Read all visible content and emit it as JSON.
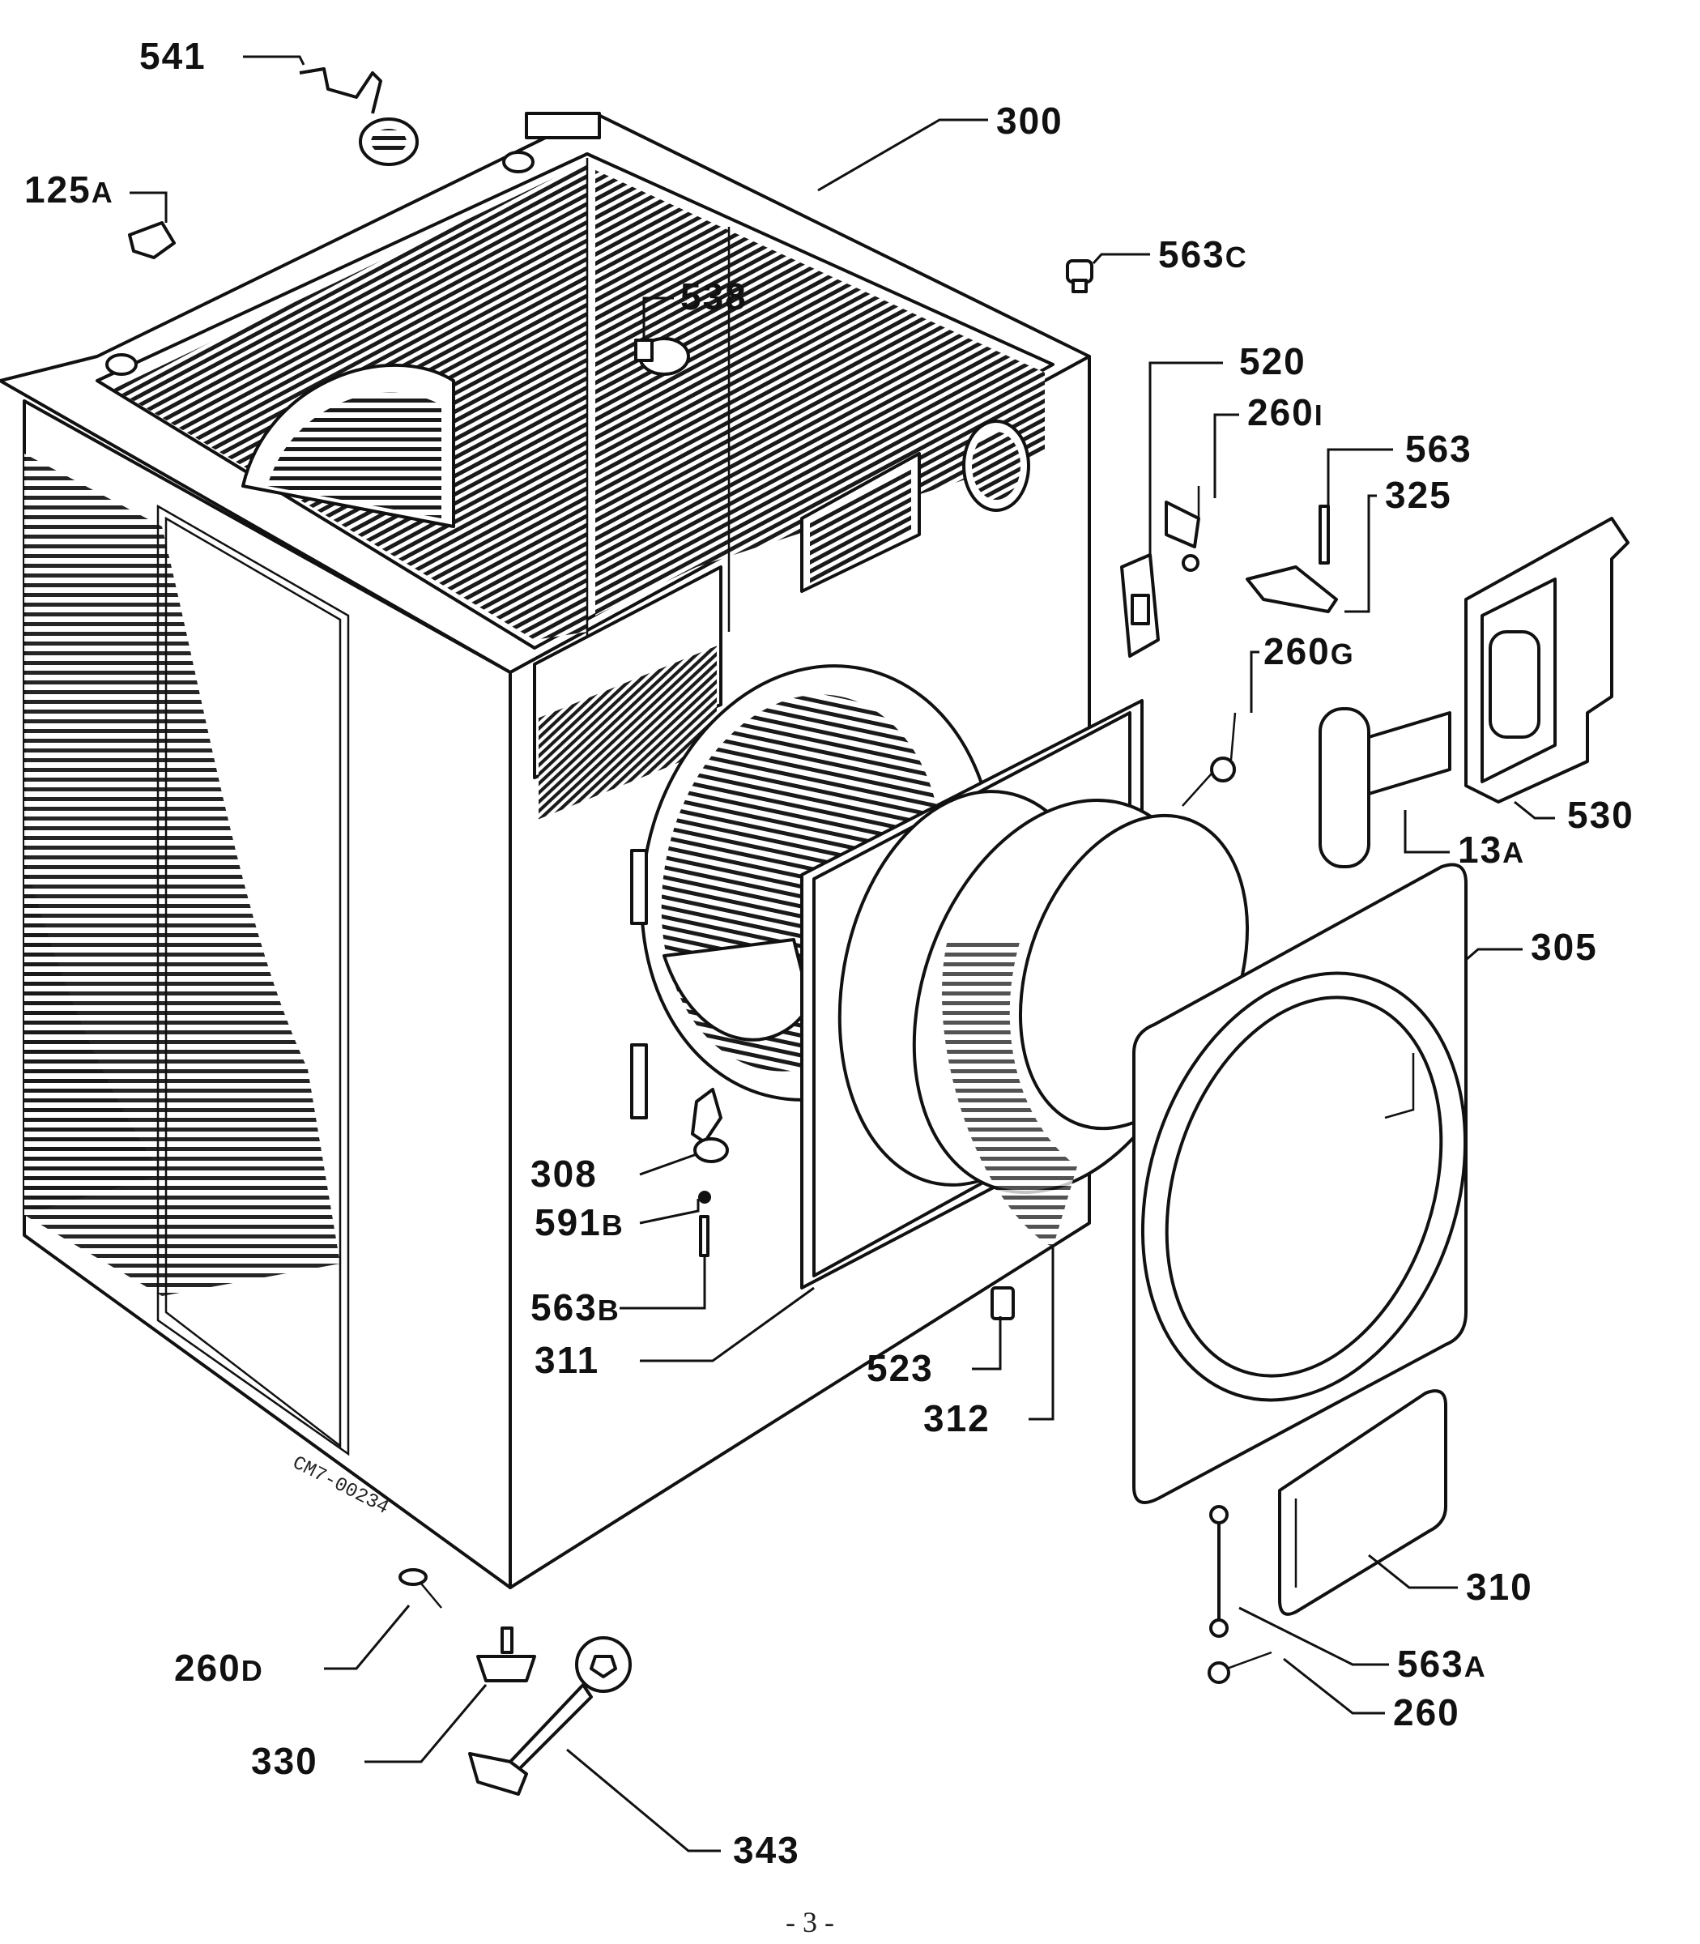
{
  "diagram": {
    "drawing_code": "CM7-00234",
    "page_number": "- 3 -",
    "labels": [
      {
        "id": "541",
        "text": "541",
        "suffix": ""
      },
      {
        "id": "125A",
        "text": "125",
        "suffix": "A"
      },
      {
        "id": "300",
        "text": "300",
        "suffix": ""
      },
      {
        "id": "538",
        "text": "538",
        "suffix": ""
      },
      {
        "id": "563C",
        "text": "563",
        "suffix": "C"
      },
      {
        "id": "520",
        "text": "520",
        "suffix": ""
      },
      {
        "id": "260I",
        "text": "260",
        "suffix": "I"
      },
      {
        "id": "563",
        "text": "563",
        "suffix": ""
      },
      {
        "id": "325",
        "text": "325",
        "suffix": ""
      },
      {
        "id": "260G",
        "text": "260",
        "suffix": "G"
      },
      {
        "id": "530",
        "text": "530",
        "suffix": ""
      },
      {
        "id": "13A",
        "text": "13",
        "suffix": "A"
      },
      {
        "id": "305",
        "text": "305",
        "suffix": ""
      },
      {
        "id": "308",
        "text": "308",
        "suffix": ""
      },
      {
        "id": "591B",
        "text": "591",
        "suffix": "B"
      },
      {
        "id": "563B",
        "text": "563",
        "suffix": "B"
      },
      {
        "id": "311",
        "text": "311",
        "suffix": ""
      },
      {
        "id": "523",
        "text": "523",
        "suffix": ""
      },
      {
        "id": "312",
        "text": "312",
        "suffix": ""
      },
      {
        "id": "310",
        "text": "310",
        "suffix": ""
      },
      {
        "id": "563A",
        "text": "563",
        "suffix": "A"
      },
      {
        "id": "260",
        "text": "260",
        "suffix": ""
      },
      {
        "id": "260D",
        "text": "260",
        "suffix": "D"
      },
      {
        "id": "330",
        "text": "330",
        "suffix": ""
      },
      {
        "id": "343",
        "text": "343",
        "suffix": ""
      }
    ]
  }
}
